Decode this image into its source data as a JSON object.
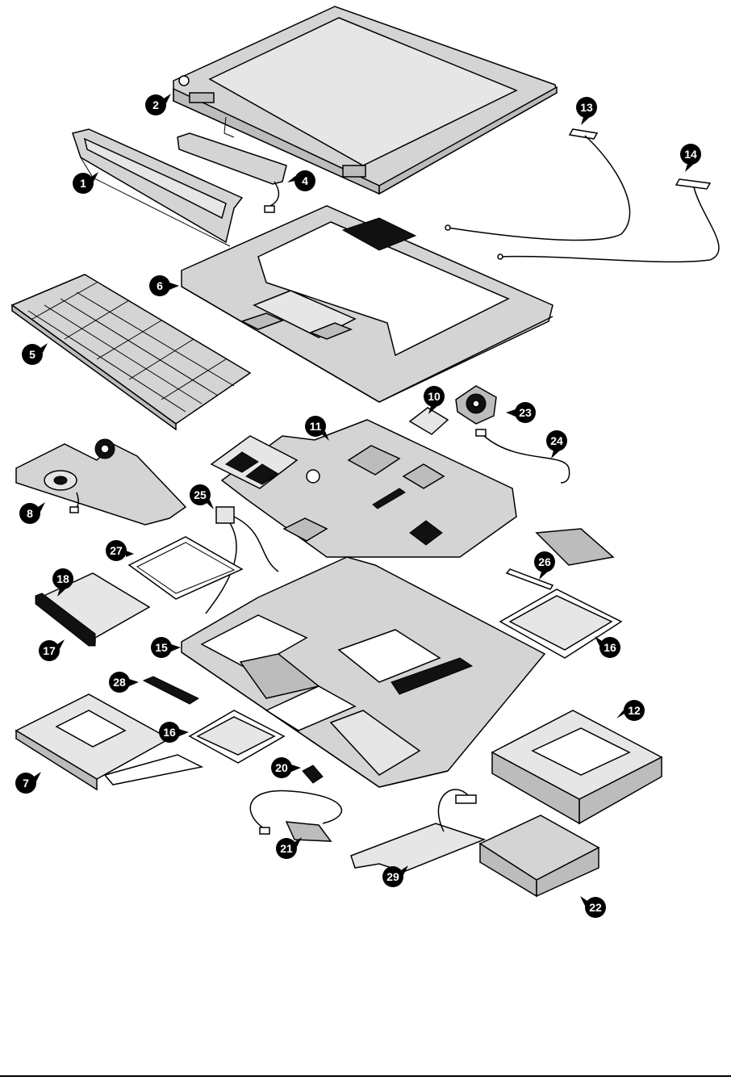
{
  "callouts": [
    {
      "id": "c1",
      "label": "1"
    },
    {
      "id": "c2",
      "label": "2"
    },
    {
      "id": "c4",
      "label": "4"
    },
    {
      "id": "c5",
      "label": "5"
    },
    {
      "id": "c6",
      "label": "6"
    },
    {
      "id": "c7",
      "label": "7"
    },
    {
      "id": "c8",
      "label": "8"
    },
    {
      "id": "c10",
      "label": "10"
    },
    {
      "id": "c11",
      "label": "11"
    },
    {
      "id": "c12",
      "label": "12"
    },
    {
      "id": "c13",
      "label": "13"
    },
    {
      "id": "c14",
      "label": "14"
    },
    {
      "id": "c15",
      "label": "15"
    },
    {
      "id": "c16a",
      "label": "16"
    },
    {
      "id": "c16b",
      "label": "16"
    },
    {
      "id": "c17",
      "label": "17"
    },
    {
      "id": "c18",
      "label": "18"
    },
    {
      "id": "c20",
      "label": "20"
    },
    {
      "id": "c21",
      "label": "21"
    },
    {
      "id": "c22",
      "label": "22"
    },
    {
      "id": "c23",
      "label": "23"
    },
    {
      "id": "c24",
      "label": "24"
    },
    {
      "id": "c25",
      "label": "25"
    },
    {
      "id": "c26",
      "label": "26"
    },
    {
      "id": "c27",
      "label": "27"
    },
    {
      "id": "c28",
      "label": "28"
    },
    {
      "id": "c29",
      "label": "29"
    }
  ]
}
